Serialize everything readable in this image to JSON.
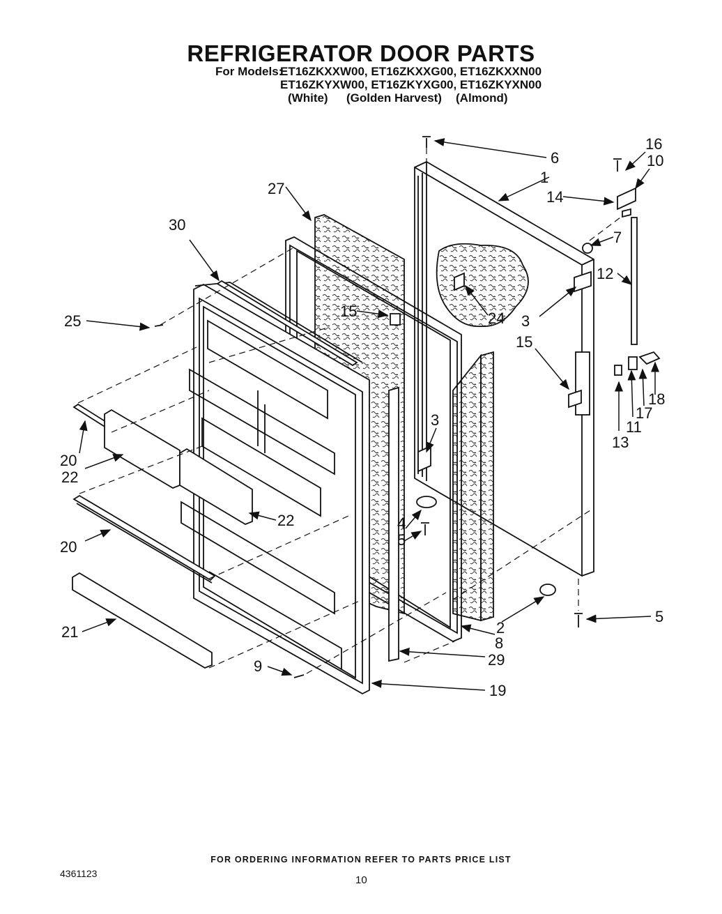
{
  "header": {
    "title": "REFRIGERATOR DOOR PARTS",
    "models_prefix": "For Models:",
    "models_line1": "ET16ZKXXW00, ET16ZKXXG00, ET16ZKXXN00",
    "models_line2": "ET16ZKYXW00, ET16ZKYXG00, ET16ZKYXN00",
    "color_white": "(White)",
    "color_golden": "(Golden Harvest)",
    "color_almond": "(Almond)"
  },
  "callouts": [
    "1",
    "2",
    "3",
    "3",
    "4",
    "5",
    "5",
    "6",
    "7",
    "8",
    "9",
    "10",
    "11",
    "12",
    "13",
    "14",
    "15",
    "15",
    "16",
    "17",
    "18",
    "19",
    "20",
    "20",
    "21",
    "22",
    "22",
    "24",
    "25",
    "27",
    "29",
    "30"
  ],
  "footer": {
    "ordering_note": "FOR ORDERING INFORMATION REFER TO PARTS PRICE LIST",
    "doc_number": "4361123",
    "page_number": "10"
  }
}
